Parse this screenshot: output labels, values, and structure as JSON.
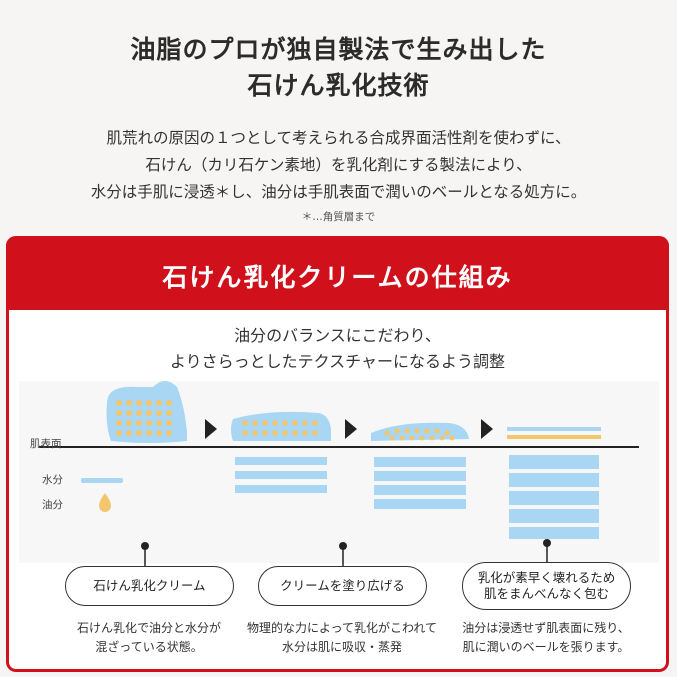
{
  "headline": {
    "line1": "油脂のプロが独自製法で生み出した",
    "line2": "石けん乳化技術"
  },
  "intro": {
    "line1": "肌荒れの原因の１つとして考えられる合成界面活性剤を使わずに、",
    "line2": "石けん（カリ石ケン素地）を乳化剤にする製法により、",
    "line3": "水分は手肌に浸透＊し、油分は手肌表面で潤いのベールとなる処方に。",
    "note": "＊…角質層まで"
  },
  "panel": {
    "title": "石けん乳化クリームの仕組み",
    "sub1": "油分のバランスにこだわり、",
    "sub2": "よりさらっとしたテクスチャーになるよう調整",
    "legend": {
      "skin": "肌表面",
      "water": "水分",
      "oil": "油分"
    },
    "steps": [
      {
        "pill": "石けん乳化クリーム",
        "desc1": "石けん乳化で油分と水分が",
        "desc2": "混ざっている状態。"
      },
      {
        "pill": "クリームを塗り広げる",
        "desc1": "物理的な力によって乳化がこわれて",
        "desc2": "水分は肌に吸収・蒸発"
      },
      {
        "pill1": "乳化が素早く壊れるため",
        "pill2": "肌をまんべんなく包む",
        "desc1": "油分は浸透せず肌表面に残り、",
        "desc2": "肌に潤いのベールを張ります。"
      }
    ],
    "colors": {
      "accent": "#d0111b",
      "water": "#a9d6f2",
      "oil": "#f3c56c"
    }
  }
}
